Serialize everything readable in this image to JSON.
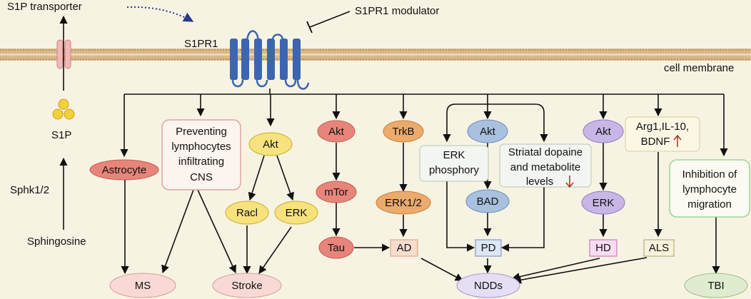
{
  "labels": {
    "s1p_transporter": "S1P transporter",
    "s1pr1_modulator": "S1PR1 modulator",
    "s1pr1": "S1PR1",
    "cell_membrane": "cell membrane",
    "s1p": "S1P",
    "sphk": "Sphk1/2",
    "sphingosine": "Sphingosine"
  },
  "nodes": {
    "astrocyte": "Astrocyte",
    "preventing": [
      "Preventing",
      "lymphocytes",
      "infiltrating",
      "CNS"
    ],
    "akt1": "Akt",
    "racl": "Racl",
    "erk1": "ERK",
    "akt2": "Akt",
    "mtor": "mTor",
    "tau": "Tau",
    "trkb": "TrkB",
    "erk12": "ERK1/2",
    "ad": "AD",
    "erk_phos": [
      "ERK",
      "phosphory"
    ],
    "akt3": "Akt",
    "bad": "BAD",
    "striatal": [
      "Striatal dopaine",
      "and metabolite",
      "levels"
    ],
    "pd": "PD",
    "akt4": "Akt",
    "erk4": "ERK",
    "hd": "HD",
    "arg1": [
      "Arg1,IL-10,",
      "BDNF"
    ],
    "als": "ALS",
    "inhibition": [
      "Inhibition of",
      "lymphocyte",
      "migration"
    ],
    "ms": "MS",
    "stroke": "Stroke",
    "ndds": "NDDs",
    "tbi": "TBI"
  },
  "colors": {
    "background": "#f7f3e3",
    "membrane": "#d9b98a",
    "receptor": "#3c66b0",
    "transporter": "#f2b8b8",
    "s1p_dot": "#f4cf3c",
    "red_ellipse": "#e8857a",
    "orange_ellipse": "#ecaa6c",
    "yellow_ellipse": "#f7e27d",
    "blue_ellipse": "#a9c0df",
    "purple_ellipse": "#c8b7e6",
    "pink_ellipse": "#f8d9d6",
    "green_ellipse": "#dfeccf",
    "down_arrow": "#a93a2c"
  }
}
